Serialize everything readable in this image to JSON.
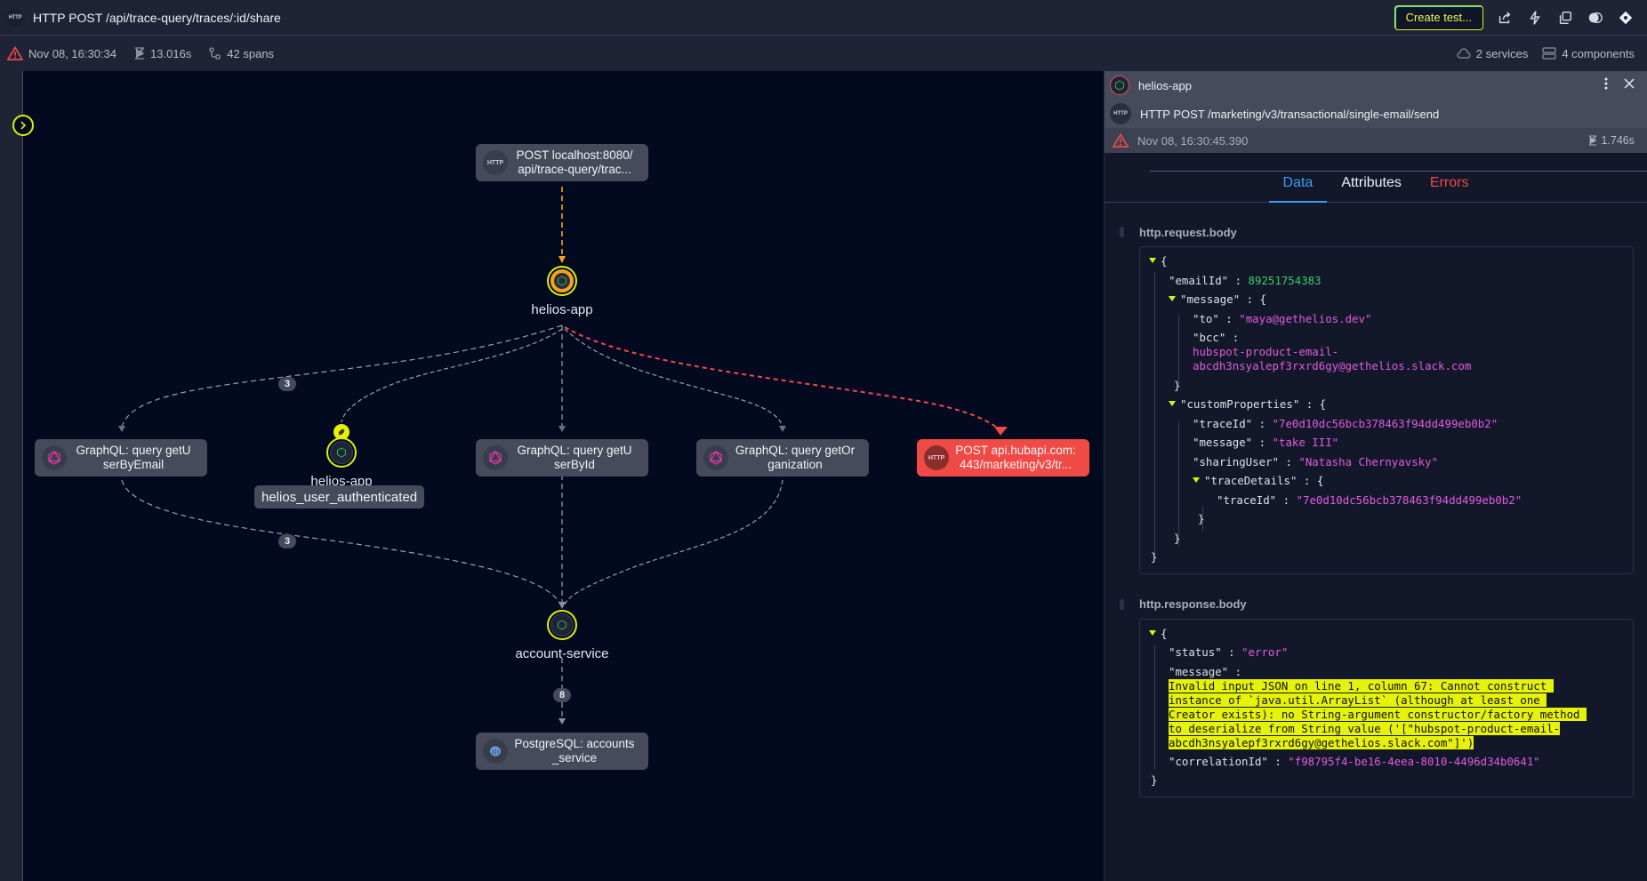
{
  "header": {
    "icon": "HTTP",
    "title": "HTTP POST /api/trace-query/traces/:id/share",
    "create_test_label": "Create test...",
    "actions": [
      "share-icon",
      "lightning-icon",
      "copy-icon",
      "theme-toggle-icon",
      "diamond-icon"
    ]
  },
  "subbar": {
    "timestamp": "Nov 08, 16:30:34",
    "duration": "13.016s",
    "spans": "42 spans",
    "services": "2 services",
    "components": "4 components"
  },
  "graph": {
    "nodes": {
      "root": {
        "icon": "HTTP",
        "line1": "POST localhost:8080/",
        "line2": "api/trace-query/trac..."
      },
      "helios_app": {
        "label": "helios-app"
      },
      "gql_email": {
        "line1": "GraphQL:  query getU",
        "line2": "serByEmail"
      },
      "helios_app_2": {
        "label": "helios-app",
        "tag": "helios_user_authenticated"
      },
      "gql_id": {
        "line1": "GraphQL:  query getU",
        "line2": "serById"
      },
      "gql_org": {
        "line1": "GraphQL:  query getOr",
        "line2": "ganization"
      },
      "hubapi": {
        "icon": "HTTP",
        "line1": "POST api.hubapi.com:",
        "line2": "443/marketing/v3/tr..."
      },
      "account_service": {
        "label": "account-service"
      },
      "postgres": {
        "line1": "PostgreSQL:  accounts",
        "line2": "_service"
      }
    },
    "edge_counts": {
      "helios_to_email": "3",
      "email_to_account": "3",
      "account_to_postgres": "8"
    },
    "colors": {
      "edge": "#9aa0ad",
      "root_edge": "#f7a21b",
      "error_edge": "#ef4a45",
      "accent": "#d9f20a"
    }
  },
  "panel": {
    "service": "helios-app",
    "operation_icon": "HTTP",
    "operation": "HTTP POST /marketing/v3/transactional/single-email/send",
    "timestamp": "Nov 08, 16:30:45.390",
    "duration": "1.746s",
    "tabs": [
      "Data",
      "Attributes",
      "Errors"
    ],
    "active_tab": "Data",
    "request": {
      "title": "http.request.body",
      "emailId_key": "\"emailId\"",
      "emailId": "89251754383",
      "message_key": "\"message\"",
      "to_key": "\"to\"",
      "to": "\"maya@gethelios.dev\"",
      "bcc_key": "\"bcc\"",
      "bcc_line1": "hubspot-product-email-",
      "bcc_line2": "abcdh3nsyalepf3rxrd6gy@gethelios.slack.com",
      "custom_key": "\"customProperties\"",
      "traceId_key": "\"traceId\"",
      "traceId": "\"7e0d10dc56bcb378463f94dd499eb0b2\"",
      "cmessage_key": "\"message\"",
      "cmessage": "\"take III\"",
      "sharingUser_key": "\"sharingUser\"",
      "sharingUser": "\"Natasha Chernyavsky\"",
      "traceDetails_key": "\"traceDetails\"",
      "td_traceId_key": "\"traceId\"",
      "td_traceId": "\"7e0d10dc56bcb378463f94dd499eb0b2\""
    },
    "response": {
      "title": "http.response.body",
      "status_key": "\"status\"",
      "status": "\"error\"",
      "message_key": "\"message\"",
      "message_lines": [
        "Invalid input JSON on line 1, column 67: Cannot construct ",
        "instance of `java.util.ArrayList` (although at least one ",
        "Creator exists): no String-argument constructor/factory method ",
        "to deserialize from String value ('[\"hubspot-product-email-",
        "abcdh3nsyalepf3rxrd6gy@gethelios.slack.com\"]')"
      ],
      "correlationId_key": "\"correlationId\"",
      "correlationId": "\"f98795f4-be16-4eea-8010-4496d34b0641\""
    }
  }
}
